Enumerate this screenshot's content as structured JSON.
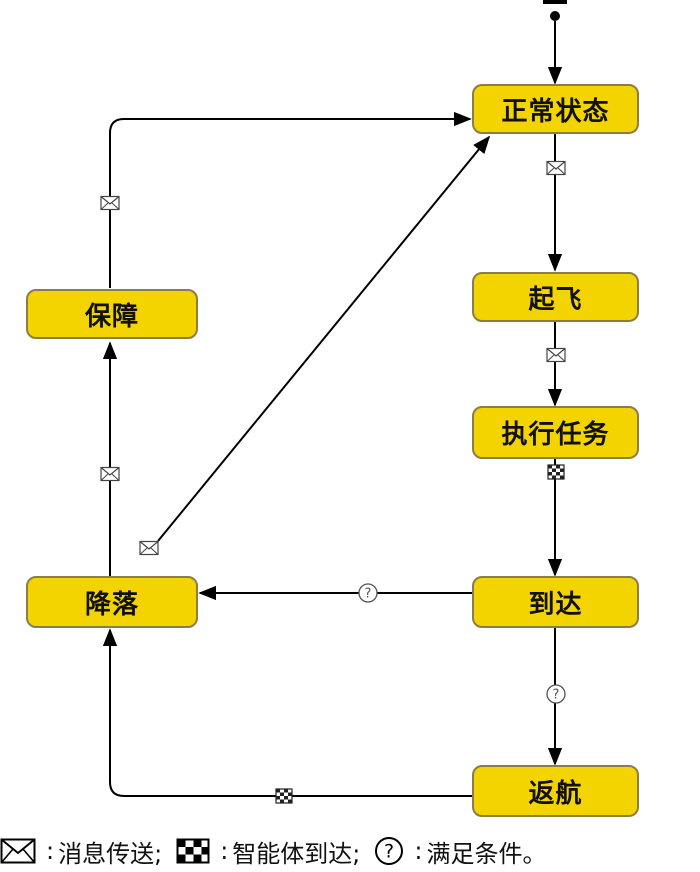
{
  "nodes": {
    "normal": "正常状态",
    "takeoff": "起飞",
    "mission": "执行任务",
    "arrive": "到达",
    "return": "返航",
    "land": "降落",
    "guarantee": "保障"
  },
  "legend": {
    "message": "消息传送;",
    "arrival": "智能体到达;",
    "condition": "满足条件。",
    "colon": ":"
  },
  "icons": {
    "message": "envelope-icon",
    "arrival": "checkered-flag-icon",
    "condition": "question-circle-icon"
  },
  "colors": {
    "node_fill": "#f3d400",
    "node_border": "#8b7d45",
    "line": "#000000"
  }
}
